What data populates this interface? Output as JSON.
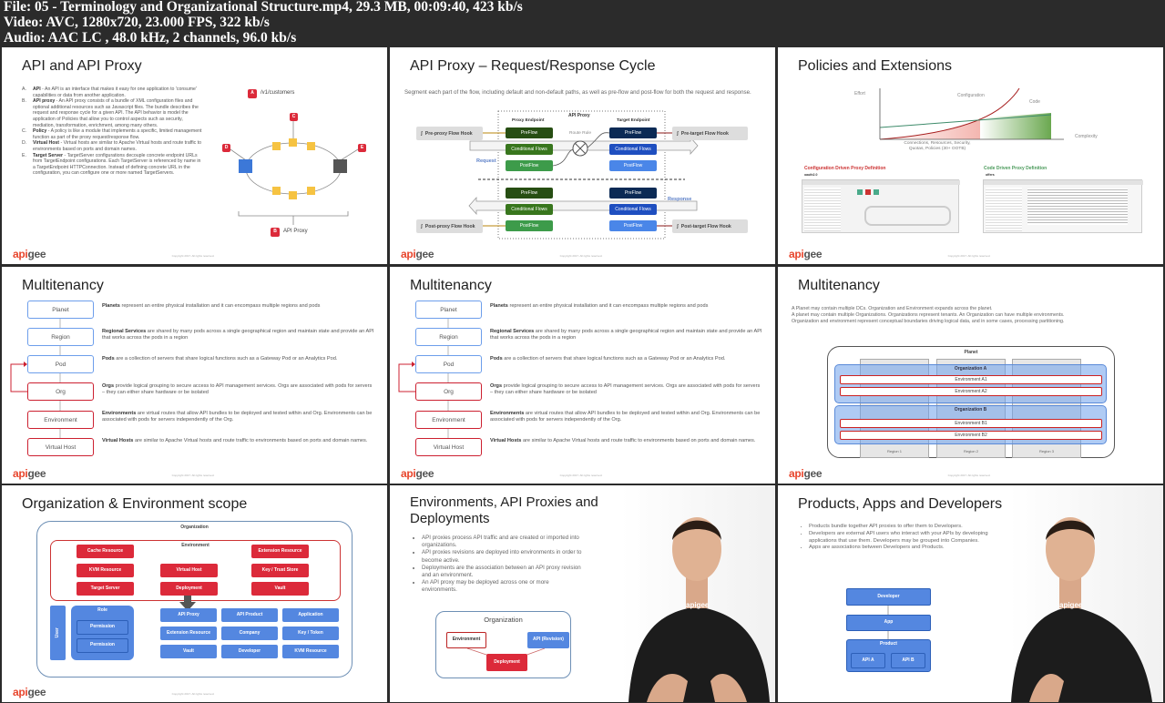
{
  "header": {
    "file": "File: 05 - Terminology and Organizational Structure.mp4, 29.3 MB, 00:09:40, 423 kb/s",
    "video": "Video: AVC, 1280x720, 23.000 FPS, 322 kb/s",
    "audio": "Audio: AAC LC , 48.0 kHz, 2 channels, 96.0 kb/s"
  },
  "footer": {
    "logo": "apigee",
    "copyright": "Copyright 2017. All rights reserved."
  },
  "colors": {
    "red": "#dc2a3a",
    "blue": "#5487e0",
    "green": "#2e7d32",
    "navy": "#0b2a55"
  },
  "s1": {
    "title": "API and API Proxy",
    "items": [
      {
        "l": "A.",
        "t": "API",
        "d": " - An API is an interface that makes it easy for one application to 'consume' capabilities or data from another application."
      },
      {
        "l": "B.",
        "t": "API proxy",
        "d": " - An API proxy consists of a bundle of XML configuration files and optional additional resources such as Javascript files. The bundle describes the request and response cycle for a given API. The API behavior is model the application of Policies that allow you to control aspects such as security, mediation, transformation, enrichment, among many others."
      },
      {
        "l": "C.",
        "t": "Policy",
        "d": " - A policy is like a module that implements a specific, limited management function as part of the proxy request/response flow."
      },
      {
        "l": "D.",
        "t": "Virtual Host",
        "d": " - Virtual hosts are similar to Apache Virtual hosts and route traffic to environments based on ports and domain names."
      },
      {
        "l": "E.",
        "t": "Target Server",
        "d": " - TargetServer configurations decouple concrete endpoint URLs from TargetEndpoint configurations. Each TargetServer is referenced by name in a TargetEndpoint HTTPConnection. Instead of defining concrete URL in the configuration, you can configure one or more named TargetServers."
      }
    ],
    "a": "A",
    "a_text": "/v1/customers",
    "b": "B",
    "b_text": "API Proxy",
    "c": "C",
    "d": "D",
    "e": "E"
  },
  "s2": {
    "title": "API Proxy – Request/Response Cycle",
    "desc": "Segment each part of the flow, including default and non-default paths, as well as pre-flow and post-flow for both the request and response.",
    "api_proxy": "API Proxy",
    "proxy_endpoint": "Proxy Endpoint",
    "target_endpoint": "Target Endpoint",
    "route_rule": "Route Rule",
    "request": "Request",
    "response": "Response",
    "pre_proxy": "Pre-proxy Flow Hook",
    "post_proxy": "Post-proxy Flow Hook",
    "pre_target": "Pre-target Flow Hook",
    "post_target": "Post-target Flow Hook",
    "preflow": "PreFlow",
    "cond": "Conditional Flows",
    "postflow": "PostFlow"
  },
  "s3": {
    "title": "Policies and Extensions",
    "effort": "Effort",
    "complexity": "Complexity",
    "configuration": "Configuration",
    "code": "Code",
    "xnote1": "Connections, Resources, Security,",
    "xnote2": "Quotas, Policies (30+ OOTB)",
    "config_title": "Configuration Driven Proxy Definition",
    "code_title": "Code Driven Proxy Definition",
    "config_name": "oauth2.0",
    "code_name": "offers"
  },
  "multi": {
    "title": "Multitenancy",
    "boxes": [
      "Planet",
      "Region",
      "Pod",
      "Org",
      "Environment",
      "Virtual Host"
    ],
    "texts": [
      {
        "t": "Planets",
        "d": " represent an entire physical installation and it can encompass multiple regions and pods"
      },
      {
        "t": "Regional Services",
        "d": " are shared by many pods across a single geographical region and  maintain state and provide an API that works across the pods in a region"
      },
      {
        "t": "Pods",
        "d": " are a collection of servers that share logical functions such as a Gateway Pod or an Analytics Pod."
      },
      {
        "t": "Orgs",
        "d": " provide logical grouping to secure access to API management services. Orgs are associated with pods for servers – they can either share hardware or be isolated"
      },
      {
        "t": "Environments",
        "d": " are virtual routes that allow API bundles to be deployed and tested within and Org. Environments can be associated with pods for servers independently of the Org."
      },
      {
        "t": "Virtual Hosts",
        "d": " are similar to Apache Virtual hosts and route traffic to environments based on ports and domain names."
      }
    ]
  },
  "s6": {
    "title": "Multitenancy",
    "lines": [
      "A Planet may contain multiple DCs. Organization and Environment expands across the planet.",
      "A planet may contain multiple Organizations. Organizations represent tenants. An Organization can have multiple environments.",
      "Organization and environment represent conceptual boundaries driving logical data, and in some cases, processing partitioning."
    ],
    "planet": "Planet",
    "org_a": "Organization A",
    "org_b": "Organization B",
    "env_a1": "Environment A1",
    "env_a2": "Environment A2",
    "env_b1": "Environment B1",
    "env_b2": "Environment B2",
    "regions": [
      "Region 1",
      "Region 2",
      "Region 3"
    ]
  },
  "s7": {
    "title": "Organization & Environment scope",
    "organization": "Organization",
    "environment": "Environment",
    "env_boxes": [
      "Cache Resource",
      "KVM Resource",
      "Target Server",
      "Virtual Host",
      "Deployment",
      "Extension Resource",
      "Key / Trust Store",
      "Vault"
    ],
    "user": "User",
    "role": "Role",
    "permission": "Permission",
    "org_boxes": [
      "API Proxy",
      "API Product",
      "Application",
      "Extension Resource",
      "Company",
      "Key / Token",
      "Vault",
      "Developer",
      "KVM Resource"
    ]
  },
  "s8": {
    "title1": "Environments, API Proxies and",
    "title2": "Deployments",
    "bullets": [
      "API proxies process API traffic and are created or imported into organizations.",
      "API proxies revisions are deployed into environments in order to become active.",
      "Deployments are the association between an API proxy revision and an environment.",
      "An API proxy may be deployed across one or more environments."
    ],
    "organization": "Organization",
    "environment": "Environment",
    "api": "API (Revision)",
    "deployment": "Deployment",
    "shirt": "apigee"
  },
  "s9": {
    "title": "Products, Apps and Developers",
    "bullets": [
      "Products bundle together API proxies to offer them to Developers.",
      "Developers are external API users who interact with your APIs by developing applications that use them. Developers may be grouped into Companies.",
      "Apps are associations between Developers and Products."
    ],
    "developer": "Developer",
    "app": "App",
    "product": "Product",
    "api_a": "API A",
    "api_b": "API B",
    "shirt": "apigee"
  }
}
